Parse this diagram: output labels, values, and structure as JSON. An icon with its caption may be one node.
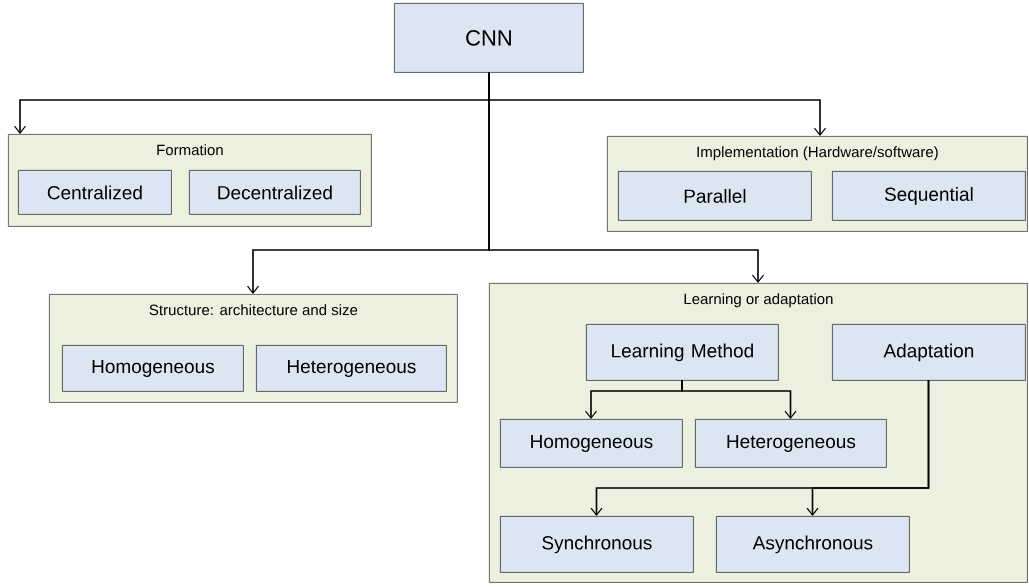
{
  "diagram": {
    "nodes": [
      {
        "text": [
          "CNN"
        ]
      },
      {
        "text": [
          "Formation"
        ]
      },
      {
        "text": [
          "Centralized"
        ],
        "in": 1
      },
      {
        "text": [
          "Decentralized"
        ],
        "in": 1
      },
      {
        "text": [
          "Implementation (Hardware/software)"
        ]
      },
      {
        "text": [
          "Parallel"
        ],
        "in": 4
      },
      {
        "text": [
          "Sequential"
        ],
        "in": 4
      },
      {
        "text": [
          "Structure: architecture and size"
        ]
      },
      {
        "text": [
          "Homogeneous"
        ],
        "in": 7
      },
      {
        "text": [
          "Heterogeneous"
        ],
        "in": 7
      },
      {
        "text": [
          "Learning or adaptation"
        ]
      },
      {
        "text": [
          "Learning Method"
        ],
        "in": 10
      },
      {
        "text": [
          "Adaptation"
        ],
        "in": 10
      },
      {
        "text": [
          "Homogeneous"
        ],
        "in": 10
      },
      {
        "text": [
          "Heterogeneous"
        ],
        "in": 10
      },
      {
        "text": [
          "Synchronous"
        ],
        "in": 10
      },
      {
        "text": [
          "Asynchronous"
        ],
        "in": 10
      }
    ],
    "edges": [
      {
        "from": 0,
        "to": 1,
        "arrow": "to"
      },
      {
        "from": 0,
        "to": 4,
        "arrow": "to"
      },
      {
        "from": 0,
        "to": 7,
        "arrow": "to"
      },
      {
        "from": 0,
        "to": 10,
        "arrow": "to"
      },
      {
        "from": 11,
        "to": 13,
        "arrow": "to"
      },
      {
        "from": 11,
        "to": 14,
        "arrow": "to"
      },
      {
        "from": 12,
        "to": 15,
        "arrow": "to"
      },
      {
        "from": 12,
        "to": 16,
        "arrow": "to"
      }
    ]
  }
}
